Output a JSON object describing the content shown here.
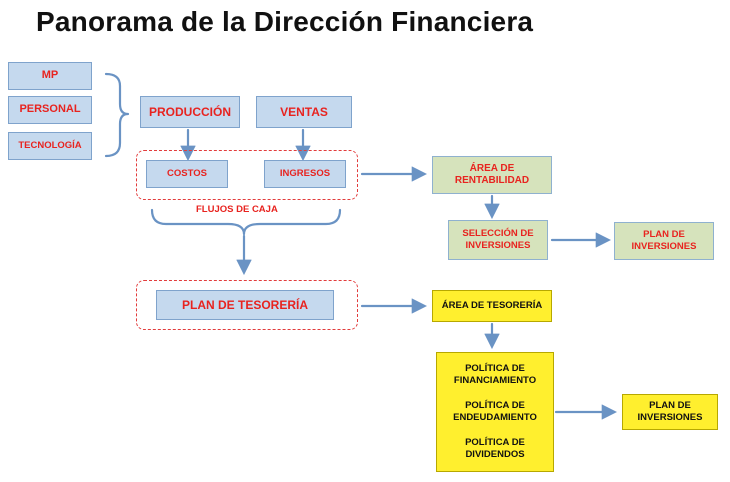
{
  "title": "Panorama de la Dirección Financiera",
  "resources": [
    "MP",
    "PERSONAL",
    "TECNOLOGÍA"
  ],
  "produccion": "PRODUCCIÓN",
  "ventas": "VENTAS",
  "costos": "COSTOS",
  "ingresos": "INGRESOS",
  "flujos_de_caja": "FLUJOS DE CAJA",
  "plan_tesoreria": "PLAN DE TESORERÍA",
  "area_rentabilidad": "ÁREA DE RENTABILIDAD",
  "seleccion_inversiones": "SELECCIÓN DE INVERSIONES",
  "plan_inversiones_green": "PLAN DE INVERSIONES",
  "area_tesoreria": "ÁREA DE TESORERÍA",
  "politicas": [
    "POLÍTICA DE FINANCIAMIENTO",
    "POLÍTICA DE ENDEUDAMIENTO",
    "POLÍTICA DE DIVIDENDOS"
  ],
  "plan_inversiones_yellow": "PLAN DE INVERSIONES",
  "colors": {
    "blue_box": "#c5d9ee",
    "green_box": "#d6e3bc",
    "yellow_box": "#ffef2e",
    "red_text": "#e8231f",
    "arrow": "#6a93c4"
  }
}
